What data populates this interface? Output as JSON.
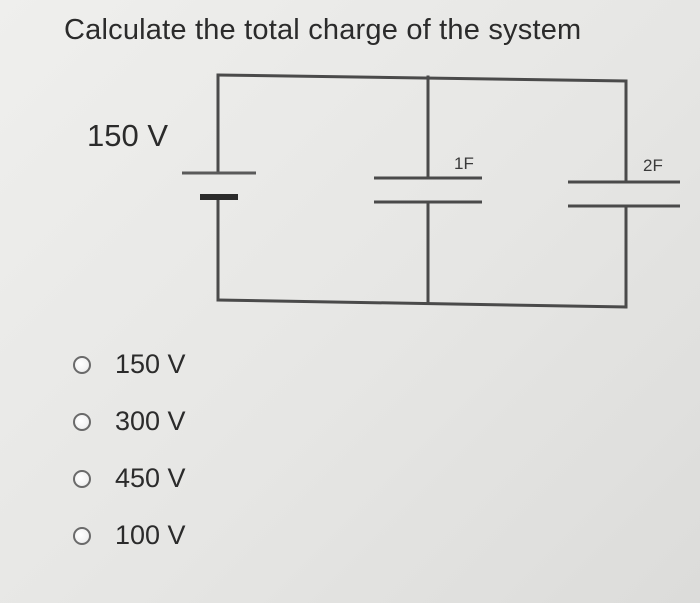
{
  "question": {
    "text": "Calculate the total charge of the system"
  },
  "circuit": {
    "source_voltage": "150 V",
    "capacitor_1": "1F",
    "capacitor_2": "2F"
  },
  "options": [
    {
      "label": "150 V",
      "selected": false
    },
    {
      "label": "300 V",
      "selected": false
    },
    {
      "label": "450 V",
      "selected": false
    },
    {
      "label": "100 V",
      "selected": false
    }
  ]
}
